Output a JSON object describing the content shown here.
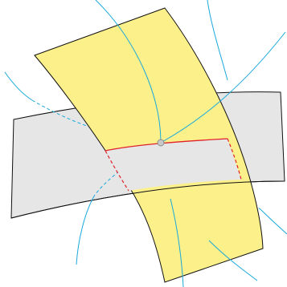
{
  "diagram": {
    "colors": {
      "background": "#ffffff",
      "yellow_fill": "#fcf08a",
      "gray_fill": "#e6e6e6",
      "outline": "#111111",
      "blue": "#19a9dc",
      "red": "#e0202a",
      "point_fill": "#c8c8c8",
      "point_stroke": "#8c8c8c"
    },
    "elements": [
      "gray-curved-band",
      "yellow-curved-band",
      "blue-geodesic-curves",
      "red-intersection-curve",
      "red-dashed-hidden-curves",
      "intersection-point"
    ]
  }
}
